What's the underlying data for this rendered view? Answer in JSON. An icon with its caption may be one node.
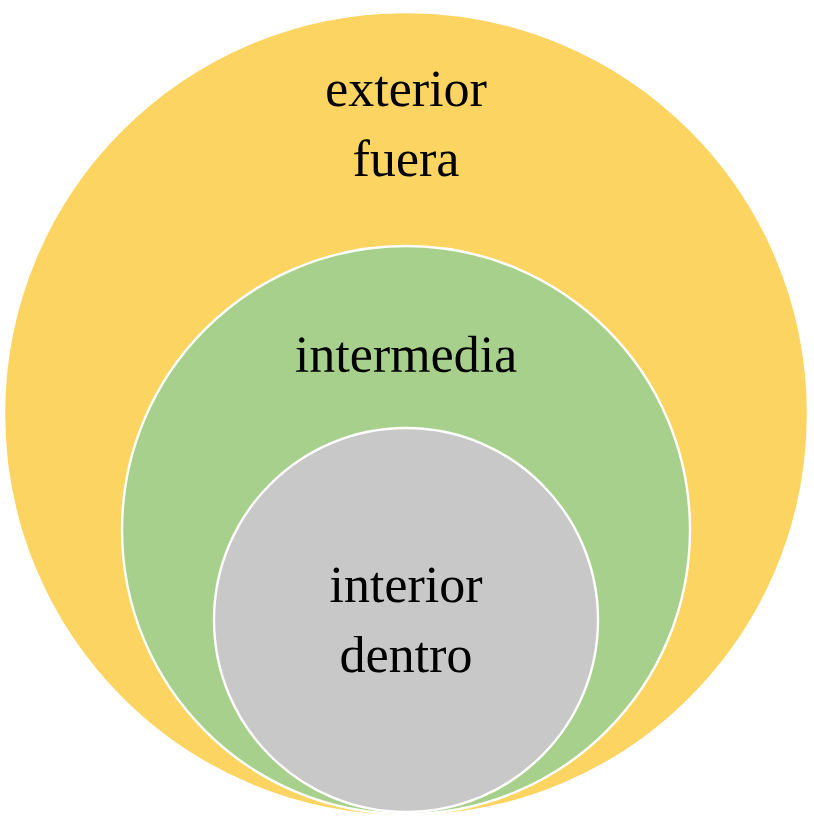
{
  "diagram": {
    "nodes": [
      {
        "text": [
          "exterior fuera"
        ]
      },
      {
        "text": [
          "intermedia"
        ],
        "in": 0
      },
      {
        "text": [
          "interior dentro"
        ],
        "in": 1
      }
    ]
  }
}
